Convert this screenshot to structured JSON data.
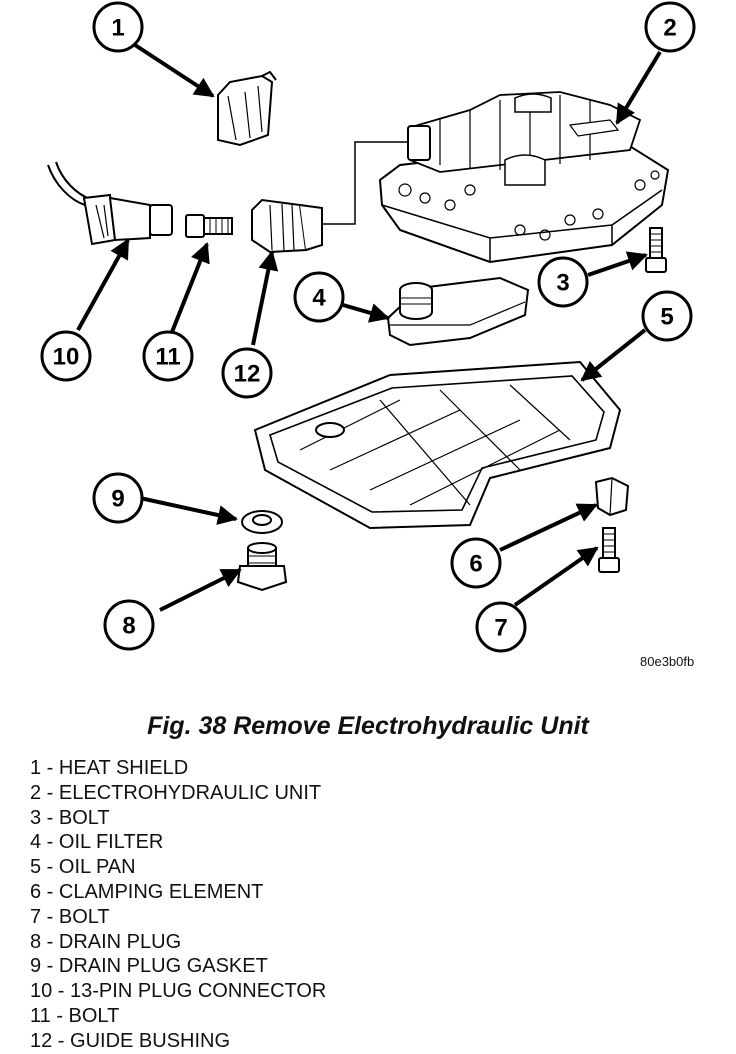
{
  "diagram": {
    "image_code": "80e3b0fb",
    "callouts": [
      "1",
      "2",
      "3",
      "4",
      "5",
      "6",
      "7",
      "8",
      "9",
      "10",
      "11",
      "12"
    ]
  },
  "caption": "Fig. 38 Remove Electrohydraulic Unit",
  "legend": [
    "1 - HEAT SHIELD",
    "2 - ELECTROHYDRAULIC UNIT",
    "3 - BOLT",
    "4 - OIL FILTER",
    "5 - OIL PAN",
    "6 - CLAMPING ELEMENT",
    "7 - BOLT",
    "8 - DRAIN PLUG",
    "9 - DRAIN PLUG GASKET",
    "10 - 13-PIN PLUG CONNECTOR",
    "11 - BOLT",
    "12 - GUIDE BUSHING"
  ]
}
